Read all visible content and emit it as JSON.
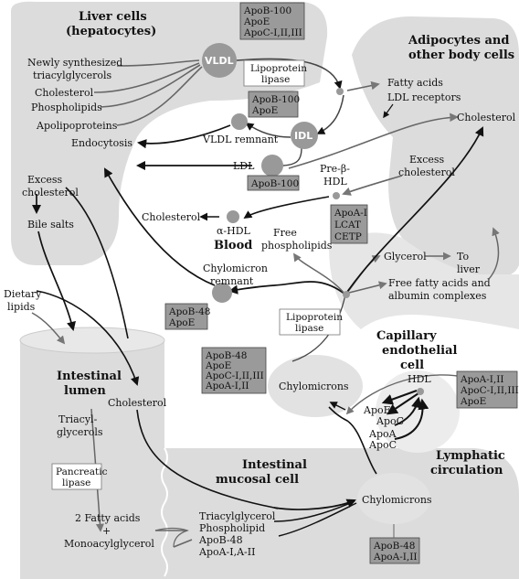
{
  "regions": {
    "liver": [
      "Liver cells",
      "(hepatocytes)"
    ],
    "adipocytes": [
      "Adipocytes and",
      "other body cells"
    ],
    "blood": "Blood",
    "capillary": [
      "Capillary",
      "endothelial",
      "cell"
    ],
    "intestinal_lumen": [
      "Intestinal",
      "lumen"
    ],
    "mucosal": [
      "Intestinal",
      "mucosal cell"
    ],
    "lymphatic": [
      "Lymphatic",
      "circulation"
    ]
  },
  "liver_inputs": {
    "newly": [
      "Newly synthesized",
      "triacylglycerols"
    ],
    "cholesterol": "Cholesterol",
    "phospholipids": "Phospholipids",
    "apolipoproteins": "Apolipoproteins"
  },
  "particles": {
    "vldl": "VLDL",
    "idl": "IDL"
  },
  "boxes": {
    "vldl_apo": [
      "ApoB-100",
      "ApoE",
      "ApoC-I,II,III"
    ],
    "remnant_apo": [
      "ApoB-100",
      "ApoE"
    ],
    "ldl_apo": [
      "ApoB-100"
    ],
    "hdl_enzymes": [
      "ApoA-I",
      "LCAT",
      "CETP"
    ],
    "chylo_remnant_apo": [
      "ApoB-48",
      "ApoE"
    ],
    "chylo_blood_apo": [
      "ApoB-48",
      "ApoE",
      "ApoC-I,II,III",
      "ApoA-I,II"
    ],
    "hdl_apo": [
      "ApoA-I,II",
      "ApoC-I,II,III",
      "ApoE"
    ],
    "chylo_lymph_apo": [
      "ApoB-48",
      "ApoA-I,II"
    ]
  },
  "enzymes": {
    "lpl_top": [
      "Lipoprotein",
      "lipase"
    ],
    "lpl_mid": [
      "Lipoprotein",
      "lipase"
    ],
    "pancreatic": [
      "Pancreatic",
      "lipase"
    ]
  },
  "labels": {
    "fatty_acids": "Fatty acids",
    "ldl_receptors": "LDL receptors",
    "cholesterol_right": "Cholesterol",
    "vldl_remnant": "VLDL remnant",
    "endocytosis": "Endocytosis",
    "ldl": "LDL",
    "excess_chol_right": [
      "Excess",
      "cholesterol"
    ],
    "pre_b_hdl": [
      "Pre-β-",
      "HDL"
    ],
    "cholesterol_mid": "Cholesterol",
    "alpha_hdl": "α-HDL",
    "excess_chol_left": [
      "Excess",
      "cholesterol"
    ],
    "bile_salts": "Bile salts",
    "free_phospholipids": [
      "Free",
      "phospholipids"
    ],
    "glycerol": "Glycerol",
    "to_liver": [
      "To",
      "liver"
    ],
    "chylo_remnant": [
      "Chylomicron",
      "remnant"
    ],
    "ffa": [
      "Free fatty acids and",
      "albumin complexes"
    ],
    "dietary": [
      "Dietary",
      "lipids"
    ],
    "chylomicrons_blood": "Chylomicrons",
    "hdl": "HDL",
    "apoe1": "ApoE",
    "apoc1": "ApoC",
    "apoa2": "ApoA",
    "apoc2": "ApoC",
    "cholesterol_lumen": "Cholesterol",
    "triacylglycerols": [
      "Triacyl-",
      "glycerols"
    ],
    "two_fa": "2 Fatty acids",
    "plus": "+",
    "monoacyl": "Monoacylglycerol",
    "mucosal_products": [
      "Triacylglycerol",
      "Phospholipid",
      "ApoB-48",
      "ApoA-I,A-II"
    ],
    "chylomicrons_lymph": "Chylomicrons"
  }
}
